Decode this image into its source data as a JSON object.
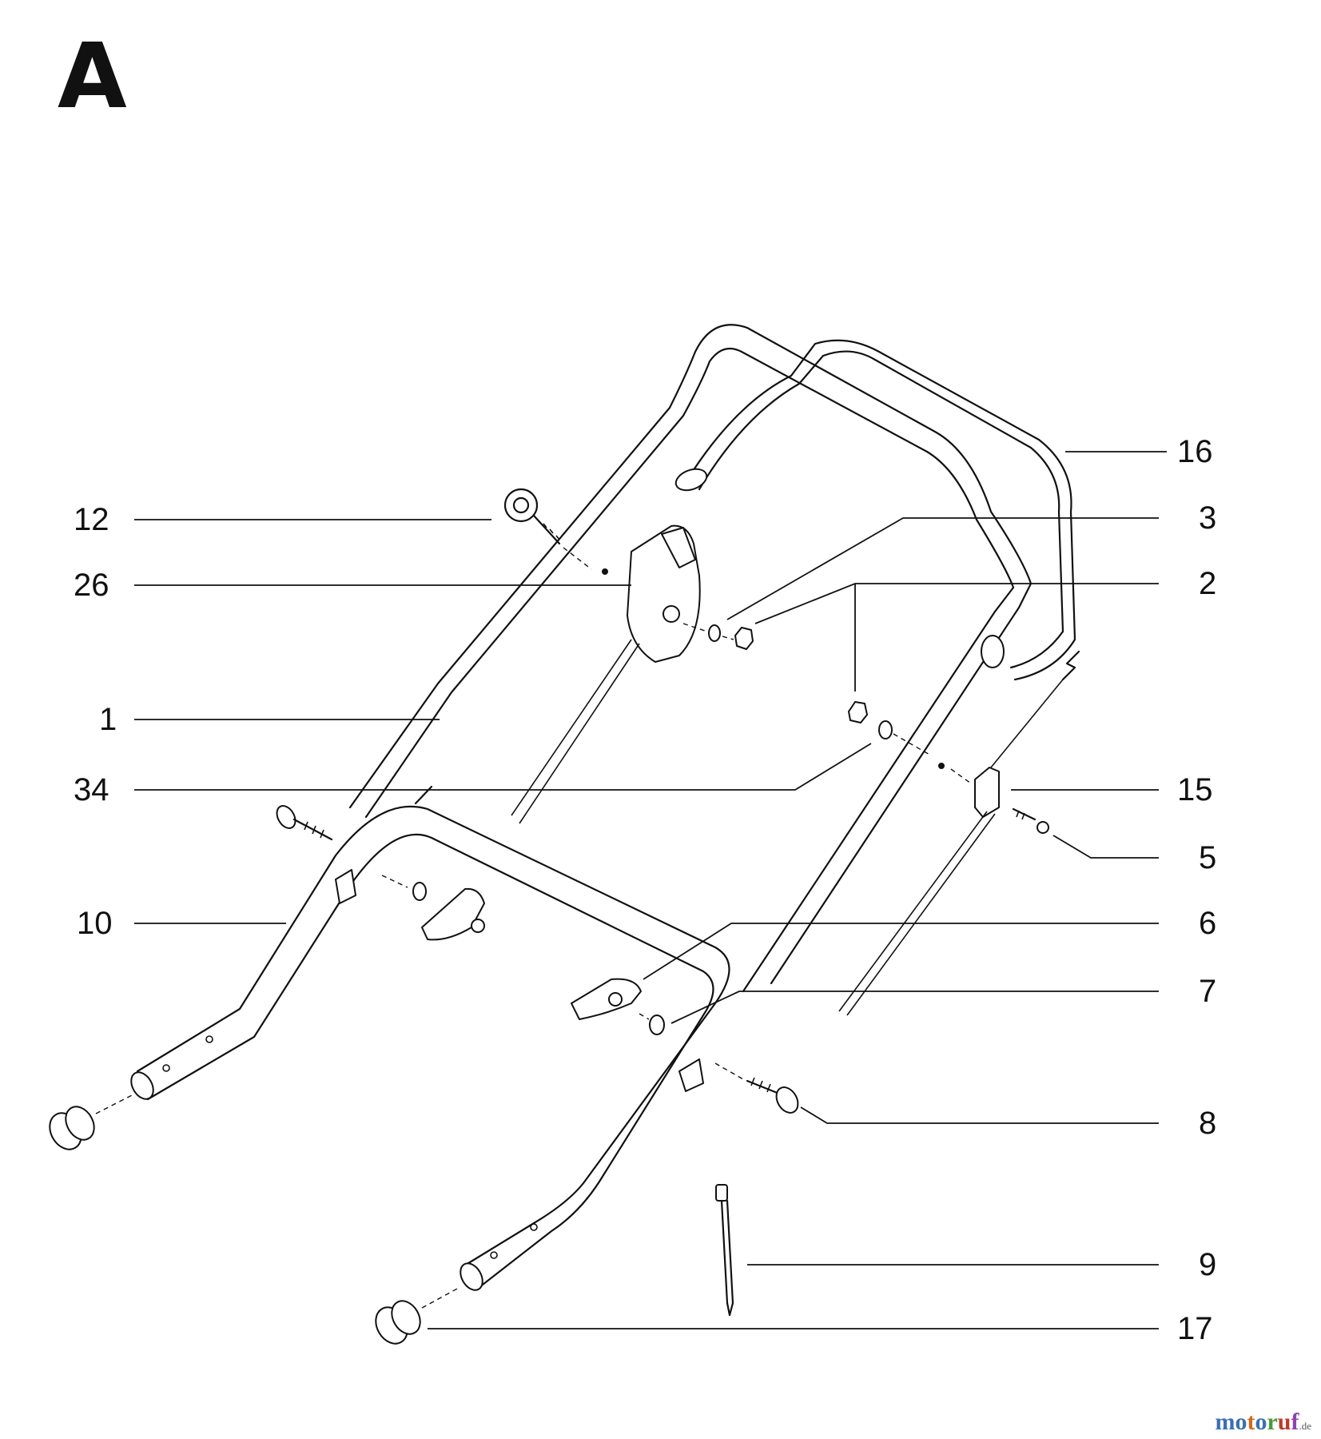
{
  "diagram": {
    "section_label": "A",
    "callouts": [
      {
        "id": "c16",
        "label": "16"
      },
      {
        "id": "c12",
        "label": "12"
      },
      {
        "id": "c3",
        "label": "3"
      },
      {
        "id": "c26",
        "label": "26"
      },
      {
        "id": "c2",
        "label": "2"
      },
      {
        "id": "c1",
        "label": "1"
      },
      {
        "id": "c34",
        "label": "34"
      },
      {
        "id": "c15",
        "label": "15"
      },
      {
        "id": "c5",
        "label": "5"
      },
      {
        "id": "c10",
        "label": "10"
      },
      {
        "id": "c6",
        "label": "6"
      },
      {
        "id": "c7",
        "label": "7"
      },
      {
        "id": "c8",
        "label": "8"
      },
      {
        "id": "c9",
        "label": "9"
      },
      {
        "id": "c17",
        "label": "17"
      }
    ]
  },
  "watermark": {
    "letters": [
      "m",
      "o",
      "t",
      "o",
      "r",
      "u",
      "f"
    ],
    "letter_colors": [
      "#3a6fb5",
      "#3a6fb5",
      "#d2691e",
      "#3a6fb5",
      "#4a9a3a",
      "#c0392b",
      "#8e44ad"
    ],
    "domain": ".de"
  }
}
